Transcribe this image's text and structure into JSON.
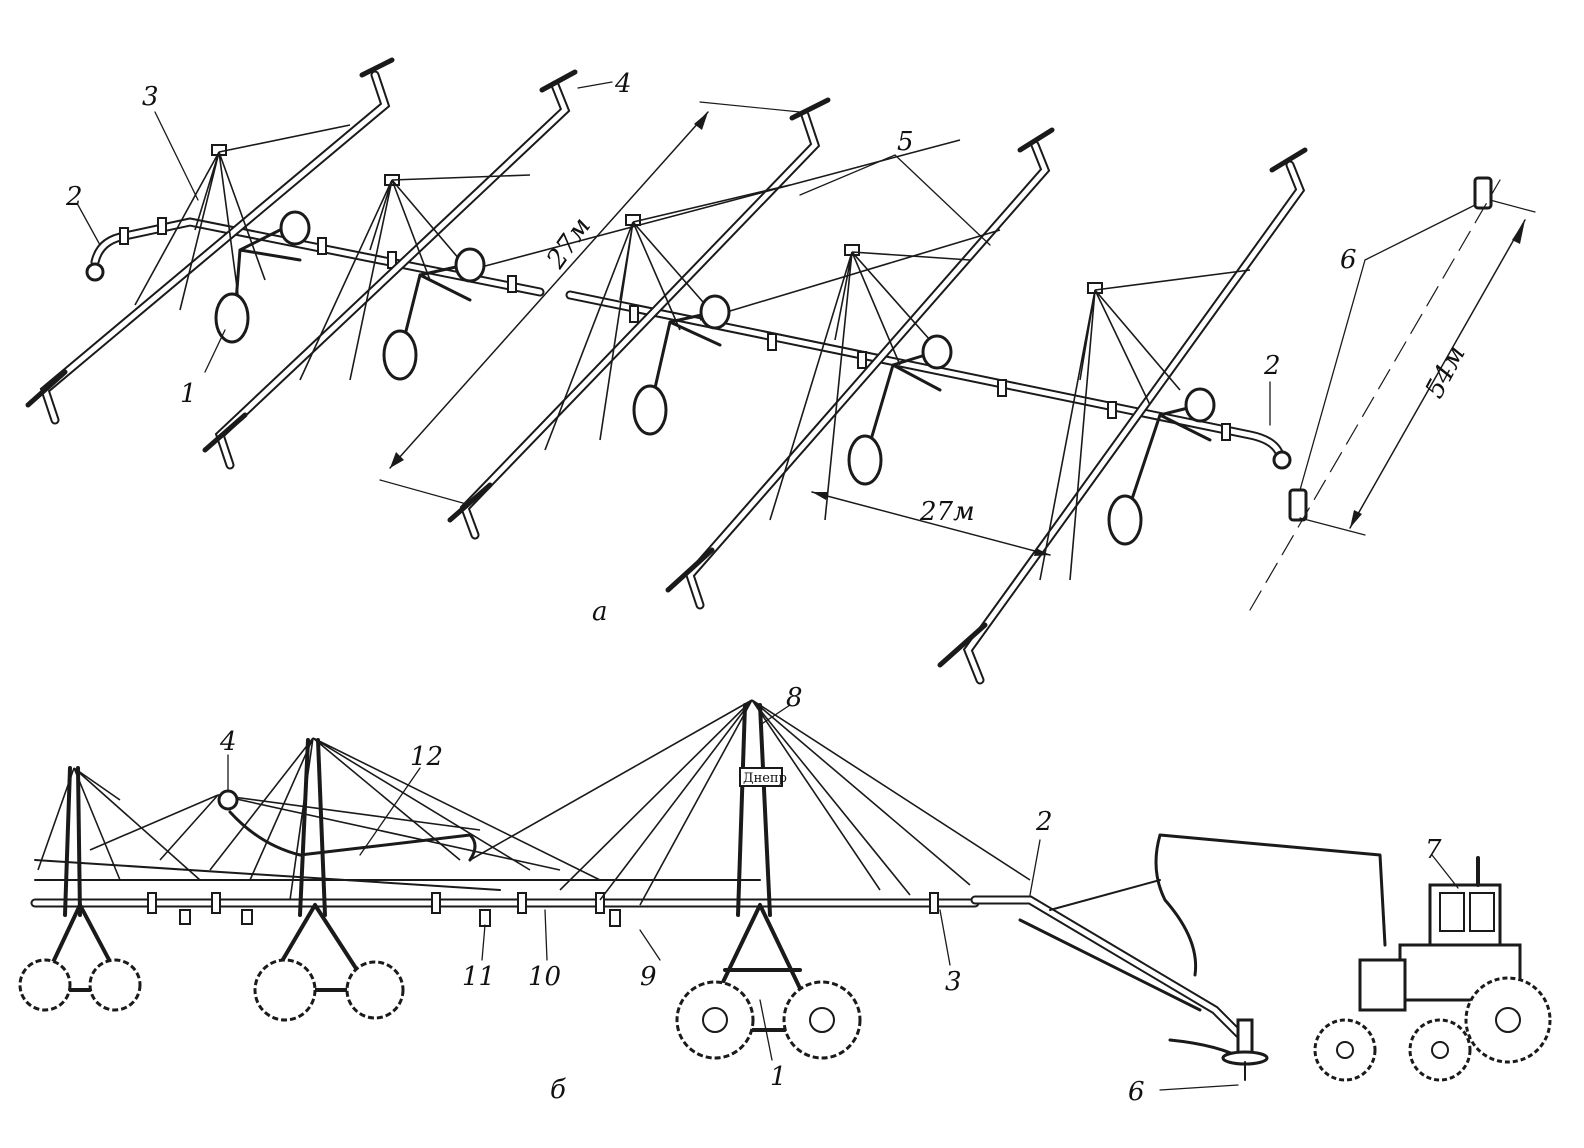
{
  "figure_a": {
    "caption": "a",
    "dimensions": {
      "span_length": "27м",
      "segment_width": "27м",
      "hydrant_spacing": "54м"
    },
    "callouts": [
      "1",
      "2",
      "3",
      "4",
      "5",
      "6",
      "2"
    ]
  },
  "figure_b": {
    "caption": "б",
    "tower_plate": "Днепр",
    "callouts": [
      "1",
      "2",
      "3",
      "4",
      "6",
      "7",
      "8",
      "9",
      "10",
      "11",
      "12"
    ]
  }
}
